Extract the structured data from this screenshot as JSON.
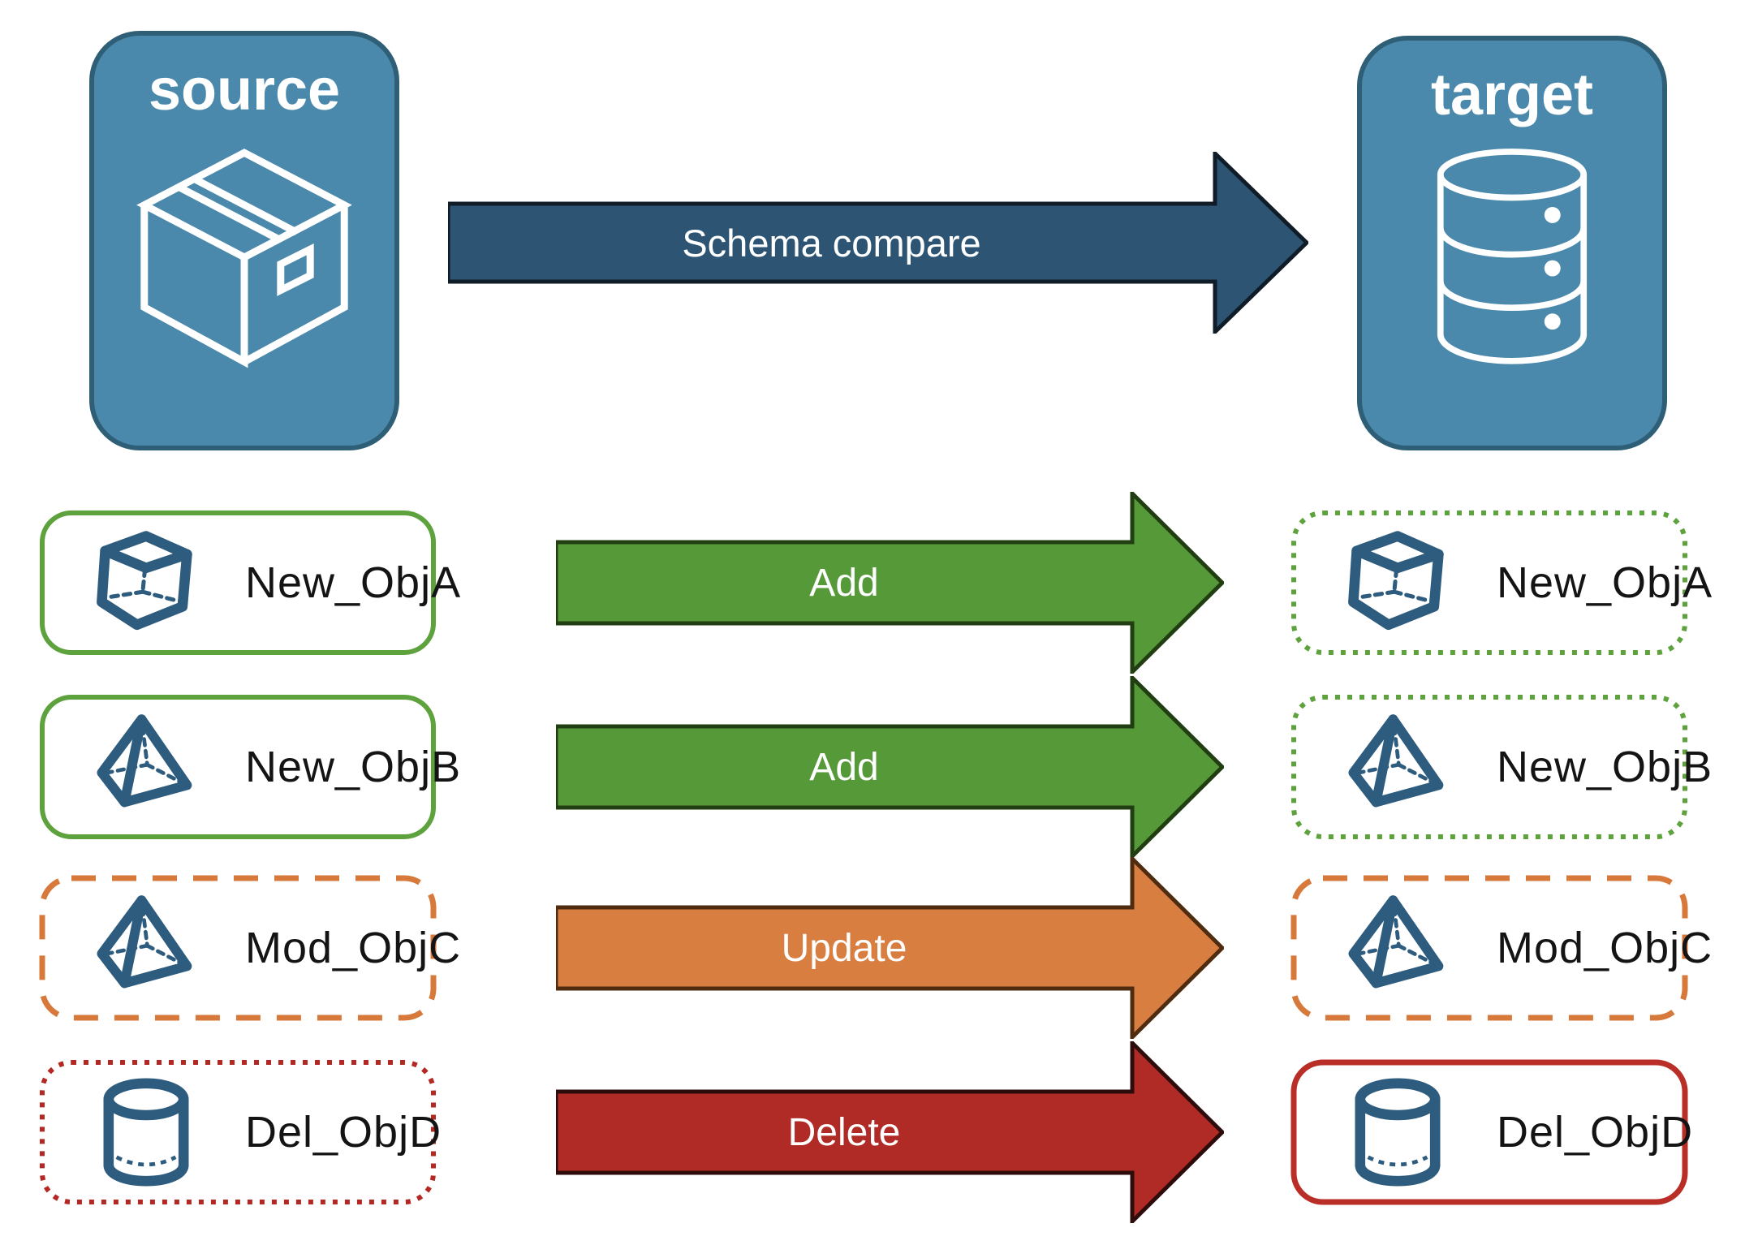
{
  "source_panel": {
    "title": "source",
    "icon": "package-icon"
  },
  "target_panel": {
    "title": "target",
    "icon": "database-icon"
  },
  "main_arrow": {
    "label": "Schema compare",
    "color": "#2d5573"
  },
  "rows": [
    {
      "source": {
        "label": "New_ObjA",
        "icon": "cube-icon",
        "border_style": "solid-green"
      },
      "arrow": {
        "label": "Add",
        "color": "#569939"
      },
      "target": {
        "label": "New_ObjA",
        "icon": "cube-icon",
        "border_style": "dotted-green"
      }
    },
    {
      "source": {
        "label": "New_ObjB",
        "icon": "pyramid-icon",
        "border_style": "solid-green"
      },
      "arrow": {
        "label": "Add",
        "color": "#569939"
      },
      "target": {
        "label": "New_ObjB",
        "icon": "pyramid-icon",
        "border_style": "dotted-green"
      }
    },
    {
      "source": {
        "label": "Mod_ObjC",
        "icon": "pyramid-icon",
        "border_style": "dashed-orange"
      },
      "arrow": {
        "label": "Update",
        "color": "#d87e40"
      },
      "target": {
        "label": "Mod_ObjC",
        "icon": "pyramid-icon",
        "border_style": "dashed-orange"
      }
    },
    {
      "source": {
        "label": "Del_ObjD",
        "icon": "cylinder-icon",
        "border_style": "dotted-red"
      },
      "arrow": {
        "label": "Delete",
        "color": "#b02a26"
      },
      "target": {
        "label": "Del_ObjD",
        "icon": "cylinder-icon",
        "border_style": "solid-red"
      }
    }
  ],
  "colors": {
    "panel_fill": "#4a89ac",
    "panel_border": "#2f5f76",
    "icon_blue": "#2e5c7e",
    "navy_arrow": "#2d5573",
    "green_border": "#5ea23e",
    "green_arrow": "#569939",
    "orange_border": "#d8793c",
    "orange_arrow": "#d87e40",
    "red_border": "#b92f28",
    "red_arrow": "#b02a26",
    "label_text": "#141414",
    "arrow_text": "#ffffff"
  }
}
